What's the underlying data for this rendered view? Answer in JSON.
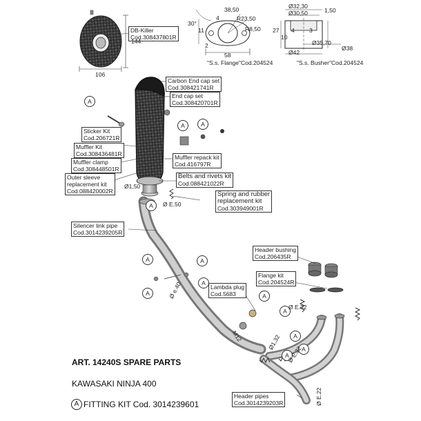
{
  "title": "ART. 14240S SPARE PARTS",
  "model": "KAWASAKI NINJA 400",
  "fitting_kit": {
    "marker": "A",
    "text": "FITTING KIT Cod. 3014239601"
  },
  "marker_letter": "A",
  "parts": {
    "db_killer": {
      "name": "DB-Killer",
      "code": "Cod.308437801R"
    },
    "carbon_end_cap": {
      "name": "Carbon End cap set",
      "code": "Cod.308421741R"
    },
    "end_cap": {
      "name": "End cap set",
      "code": "Cod.308420701R"
    },
    "sticker": {
      "name": "Sticker Kit",
      "code": "Cod.206721R"
    },
    "muffler": {
      "name": "Muffler Kit",
      "code": "Cod.308436481R"
    },
    "muffler_clamp": {
      "name": "Muffler clamp",
      "code": "Cod.308448501R"
    },
    "outer_sleeve": {
      "name1": "Outer sleeve",
      "name2": "replacement kit",
      "code": "Cod.088420002R"
    },
    "muffler_repack": {
      "name": "Muffler repack kit",
      "code": "Cod.416797R"
    },
    "belts_rivets": {
      "name": "Belts and rivets kit",
      "code": "Cod.088421022R"
    },
    "spring_rubber": {
      "name1": "Spring and rubber",
      "name2": "replacement kit",
      "code": "Cod.303949001R"
    },
    "silencer_link": {
      "name": "Silencer link pipe",
      "code": "Cod.3014239205R"
    },
    "header_bushing": {
      "name": "Header bushing",
      "code": "Cod.206435R"
    },
    "flange_kit": {
      "name": "Flange kit",
      "code": "Cod.204524R"
    },
    "lambda_plug": {
      "name": "Lambda plug",
      "code": "Cod.5683"
    },
    "header_pipes": {
      "name": "Header pipes",
      "code": "Cod.3014239203R"
    }
  },
  "flange": {
    "caption": "\"S.s. Flange\"",
    "code": "Cod.204524",
    "dims": {
      "angle": "30°",
      "d4": "4",
      "d38": "38,50",
      "r23": "R23,50",
      "r8": "R8,50",
      "w11": "11",
      "w2": "2",
      "w58": "58"
    }
  },
  "busher": {
    "caption": "\"S.s. Busher\"",
    "code": "Cod.204524",
    "dims": {
      "d32": "Ø32,30",
      "d30": "Ø30,50",
      "t150": "1,50",
      "h27": "27",
      "h10": "10",
      "h4": "4",
      "h3": "3",
      "d35": "Ø35,70",
      "d42": "Ø42",
      "d38": "Ø38"
    }
  },
  "db_dims": {
    "h": "144",
    "w": "106"
  },
  "pipe_dims": {
    "e50": "Ø E.50",
    "e40": "Ø e.40",
    "e32a": "Ø E.32",
    "e32b": "Ø E.32",
    "e22": "Ø E.22",
    "t150a": "Ø1,50",
    "t132": "Ø1,32",
    "m12": "M12"
  }
}
